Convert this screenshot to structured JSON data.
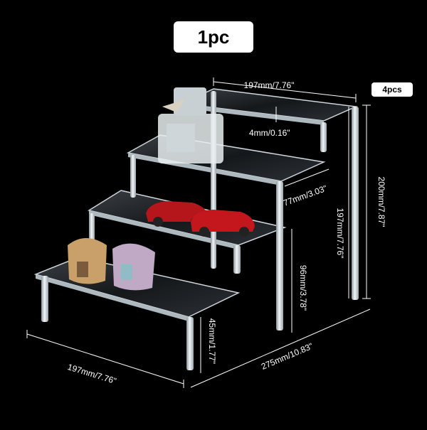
{
  "badges": {
    "quantity_main": "1pc",
    "quantity_legs": "4pcs"
  },
  "dimensions": {
    "top_width": "197mm/7.76\"",
    "thickness": "4mm/0.16\"",
    "step_depth": "77mm/3.03\"",
    "total_height": "200mm/7.87\"",
    "leg_height": "197mm/7.76\"",
    "mid_height": "96mm/3.78\"",
    "short_height": "45mm/1.77\"",
    "front_width": "197mm/7.76\"",
    "total_depth": "275mm/10.83\""
  },
  "colors": {
    "background": "#000000",
    "acrylic": "#d9e4ea",
    "guide_lines": "#ffffff"
  }
}
